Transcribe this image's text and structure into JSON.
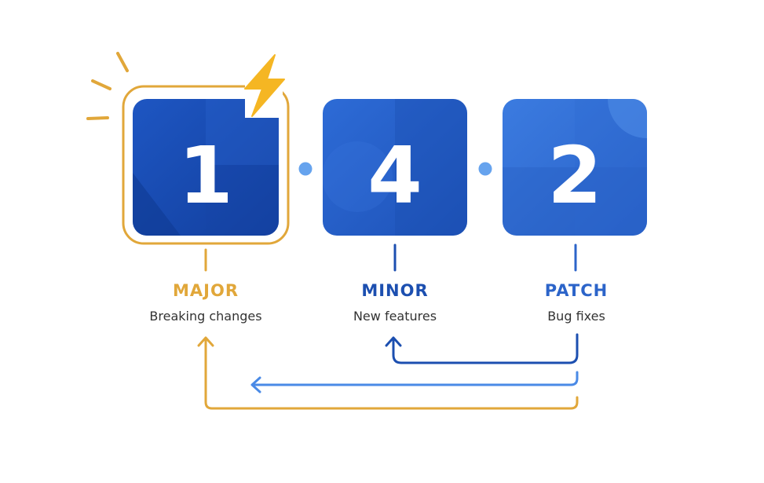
{
  "version": {
    "major": {
      "digit": "1",
      "label": "MAJOR",
      "description": "Breaking changes"
    },
    "minor": {
      "digit": "4",
      "label": "MINOR",
      "description": "New features"
    },
    "patch": {
      "digit": "2",
      "label": "PATCH",
      "description": "Bug fixes"
    }
  },
  "colors": {
    "gold": "#E1A73A",
    "blue_dark": "#1C4FB0",
    "blue_mid": "#2C64C9",
    "blue_light": "#4A8AE6",
    "dot": "#66A3EE",
    "lightning": "#F5B623"
  },
  "icons": {
    "highlight": "lightning-bolt-icon"
  }
}
